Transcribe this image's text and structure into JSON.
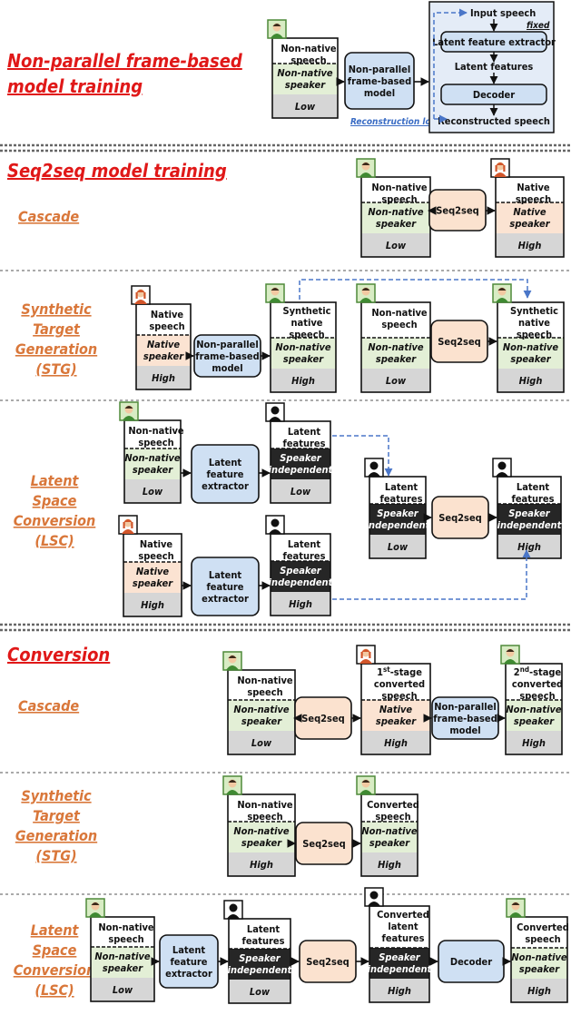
{
  "colors": {
    "section_title": "#e01818",
    "sub_title": "#d9773a",
    "green_fill": "#e3efd6",
    "peach_fill": "#fbe3d2",
    "gray_fill": "#d6d6d6",
    "dark_fill": "#262626",
    "process_blue": "#cfe0f3",
    "process_peach": "#fbe2cf",
    "dashed_link": "#4a76c8"
  },
  "sections": {
    "nonparallel": {
      "title_line1": "Non-parallel frame-based",
      "title_line2": "model training",
      "input_box": {
        "line1": "Non-native",
        "line2": "speech",
        "speaker1": "Non-native",
        "speaker2": "speaker",
        "quality": "Low",
        "icon": "green-person-icon"
      },
      "model": {
        "line1": "Non-parallel",
        "line2": "frame-based",
        "line3": "model"
      },
      "reconstruction_loss": "Reconstruction loss",
      "detail": {
        "input": "Input speech",
        "fixed": "fixed",
        "extractor": "Latent feature extractor",
        "latent": "Latent features",
        "decoder": "Decoder",
        "output": "Reconstructed speech"
      }
    },
    "seq2seq_training": {
      "title": "Seq2seq model training",
      "cascade": {
        "label": "Cascade",
        "src": {
          "line1": "Non-native",
          "line2": "speech",
          "speaker1": "Non-native",
          "speaker2": "speaker",
          "quality": "Low",
          "icon": "green-person-icon"
        },
        "proc": "Seq2seq",
        "tgt": {
          "line1": "Native",
          "line2": "speech",
          "speaker1": "Native",
          "speaker2": "speaker",
          "quality": "High",
          "icon": "orange-person-icon"
        }
      },
      "stg": {
        "label_lines": [
          "Synthetic",
          "Target",
          "Generation",
          "(STG)"
        ],
        "native": {
          "line1": "Native",
          "line2": "speech",
          "speaker1": "Native",
          "speaker2": "speaker",
          "quality": "High",
          "icon": "orange-person-icon"
        },
        "model": {
          "line1": "Non-parallel",
          "line2": "frame-based",
          "line3": "model"
        },
        "synthetic": {
          "line1": "Synthetic",
          "line2": "native",
          "line3": "speech",
          "speaker1": "Non-native",
          "speaker2": "speaker",
          "quality": "High",
          "icon": "green-person-icon"
        },
        "src": {
          "line1": "Non-native",
          "line2": "speech",
          "speaker1": "Non-native",
          "speaker2": "speaker",
          "quality": "Low",
          "icon": "green-person-icon"
        },
        "proc": "Seq2seq",
        "tgt": {
          "line1": "Synthetic",
          "line2": "native",
          "line3": "speech",
          "speaker1": "Non-native",
          "speaker2": "speaker",
          "quality": "High",
          "icon": "green-person-icon"
        }
      },
      "lsc": {
        "label_lines": [
          "Latent",
          "Space",
          "Conversion",
          "(LSC)"
        ],
        "nn_speech": {
          "line1": "Non-native",
          "line2": "speech",
          "speaker1": "Non-native",
          "speaker2": "speaker",
          "quality": "Low",
          "icon": "green-person-icon"
        },
        "extractor": {
          "line1": "Latent",
          "line2": "feature",
          "line3": "extractor"
        },
        "lat_low": {
          "line1": "Latent",
          "line2": "features",
          "speaker1": "Speaker",
          "speaker2": "independent",
          "quality": "Low",
          "icon": "black-person-icon"
        },
        "nat_speech": {
          "line1": "Native",
          "line2": "speech",
          "speaker1": "Native",
          "speaker2": "speaker",
          "quality": "High",
          "icon": "orange-person-icon"
        },
        "lat_high": {
          "line1": "Latent",
          "line2": "features",
          "speaker1": "Speaker",
          "speaker2": "independent",
          "quality": "High",
          "icon": "black-person-icon"
        },
        "mid_src": {
          "line1": "Latent",
          "line2": "features",
          "speaker1": "Speaker",
          "speaker2": "independent",
          "quality": "Low",
          "icon": "black-person-icon"
        },
        "proc": "Seq2seq",
        "mid_tgt": {
          "line1": "Latent",
          "line2": "features",
          "speaker1": "Speaker",
          "speaker2": "independent",
          "quality": "High",
          "icon": "black-person-icon"
        }
      }
    },
    "conversion": {
      "title": "Conversion",
      "cascade": {
        "label": "Cascade",
        "src": {
          "line1": "Non-native",
          "line2": "speech",
          "speaker1": "Non-native",
          "speaker2": "speaker",
          "quality": "Low",
          "icon": "green-person-icon"
        },
        "proc": "Seq2seq",
        "stage1": {
          "line1a": "1",
          "line1sup": "st",
          "line1b": "-stage",
          "line2": "converted",
          "line3": "speech",
          "speaker1": "Native",
          "speaker2": "speaker",
          "quality": "High",
          "icon": "orange-person-icon"
        },
        "model": {
          "line1": "Non-parallel",
          "line2": "frame-based",
          "line3": "model"
        },
        "stage2": {
          "line1a": "2",
          "line1sup": "nd",
          "line1b": "-stage",
          "line2": "converted",
          "line3": "speech",
          "speaker1": "Non-native",
          "speaker2": "speaker",
          "quality": "High",
          "icon": "green-person-icon"
        }
      },
      "stg": {
        "label_lines": [
          "Synthetic",
          "Target",
          "Generation",
          "(STG)"
        ],
        "src": {
          "line1": "Non-native",
          "line2": "speech",
          "speaker1": "Non-native",
          "speaker2": "speaker",
          "quality": "High",
          "icon": "green-person-icon"
        },
        "proc": "Seq2seq",
        "tgt": {
          "line1": "Converted",
          "line2": "speech",
          "speaker1": "Non-native",
          "speaker2": "speaker",
          "quality": "High",
          "icon": "green-person-icon"
        }
      },
      "lsc": {
        "label_lines": [
          "Latent",
          "Space",
          "Conversion",
          "(LSC)"
        ],
        "src": {
          "line1": "Non-native",
          "line2": "speech",
          "speaker1": "Non-native",
          "speaker2": "speaker",
          "quality": "Low",
          "icon": "green-person-icon"
        },
        "extractor": {
          "line1": "Latent",
          "line2": "feature",
          "line3": "extractor"
        },
        "lat1": {
          "line1": "Latent",
          "line2": "features",
          "speaker1": "Speaker",
          "speaker2": "independent",
          "quality": "Low",
          "icon": "black-person-icon"
        },
        "proc": "Seq2seq",
        "lat2": {
          "line1": "Converted",
          "line2": "latent",
          "line3": "features",
          "speaker1": "Speaker",
          "speaker2": "independent",
          "quality": "High",
          "icon": "black-person-icon"
        },
        "decoder": "Decoder",
        "out": {
          "line1": "Converted",
          "line2": "speech",
          "speaker1": "Non-native",
          "speaker2": "speaker",
          "quality": "High",
          "icon": "green-person-icon"
        }
      }
    }
  }
}
